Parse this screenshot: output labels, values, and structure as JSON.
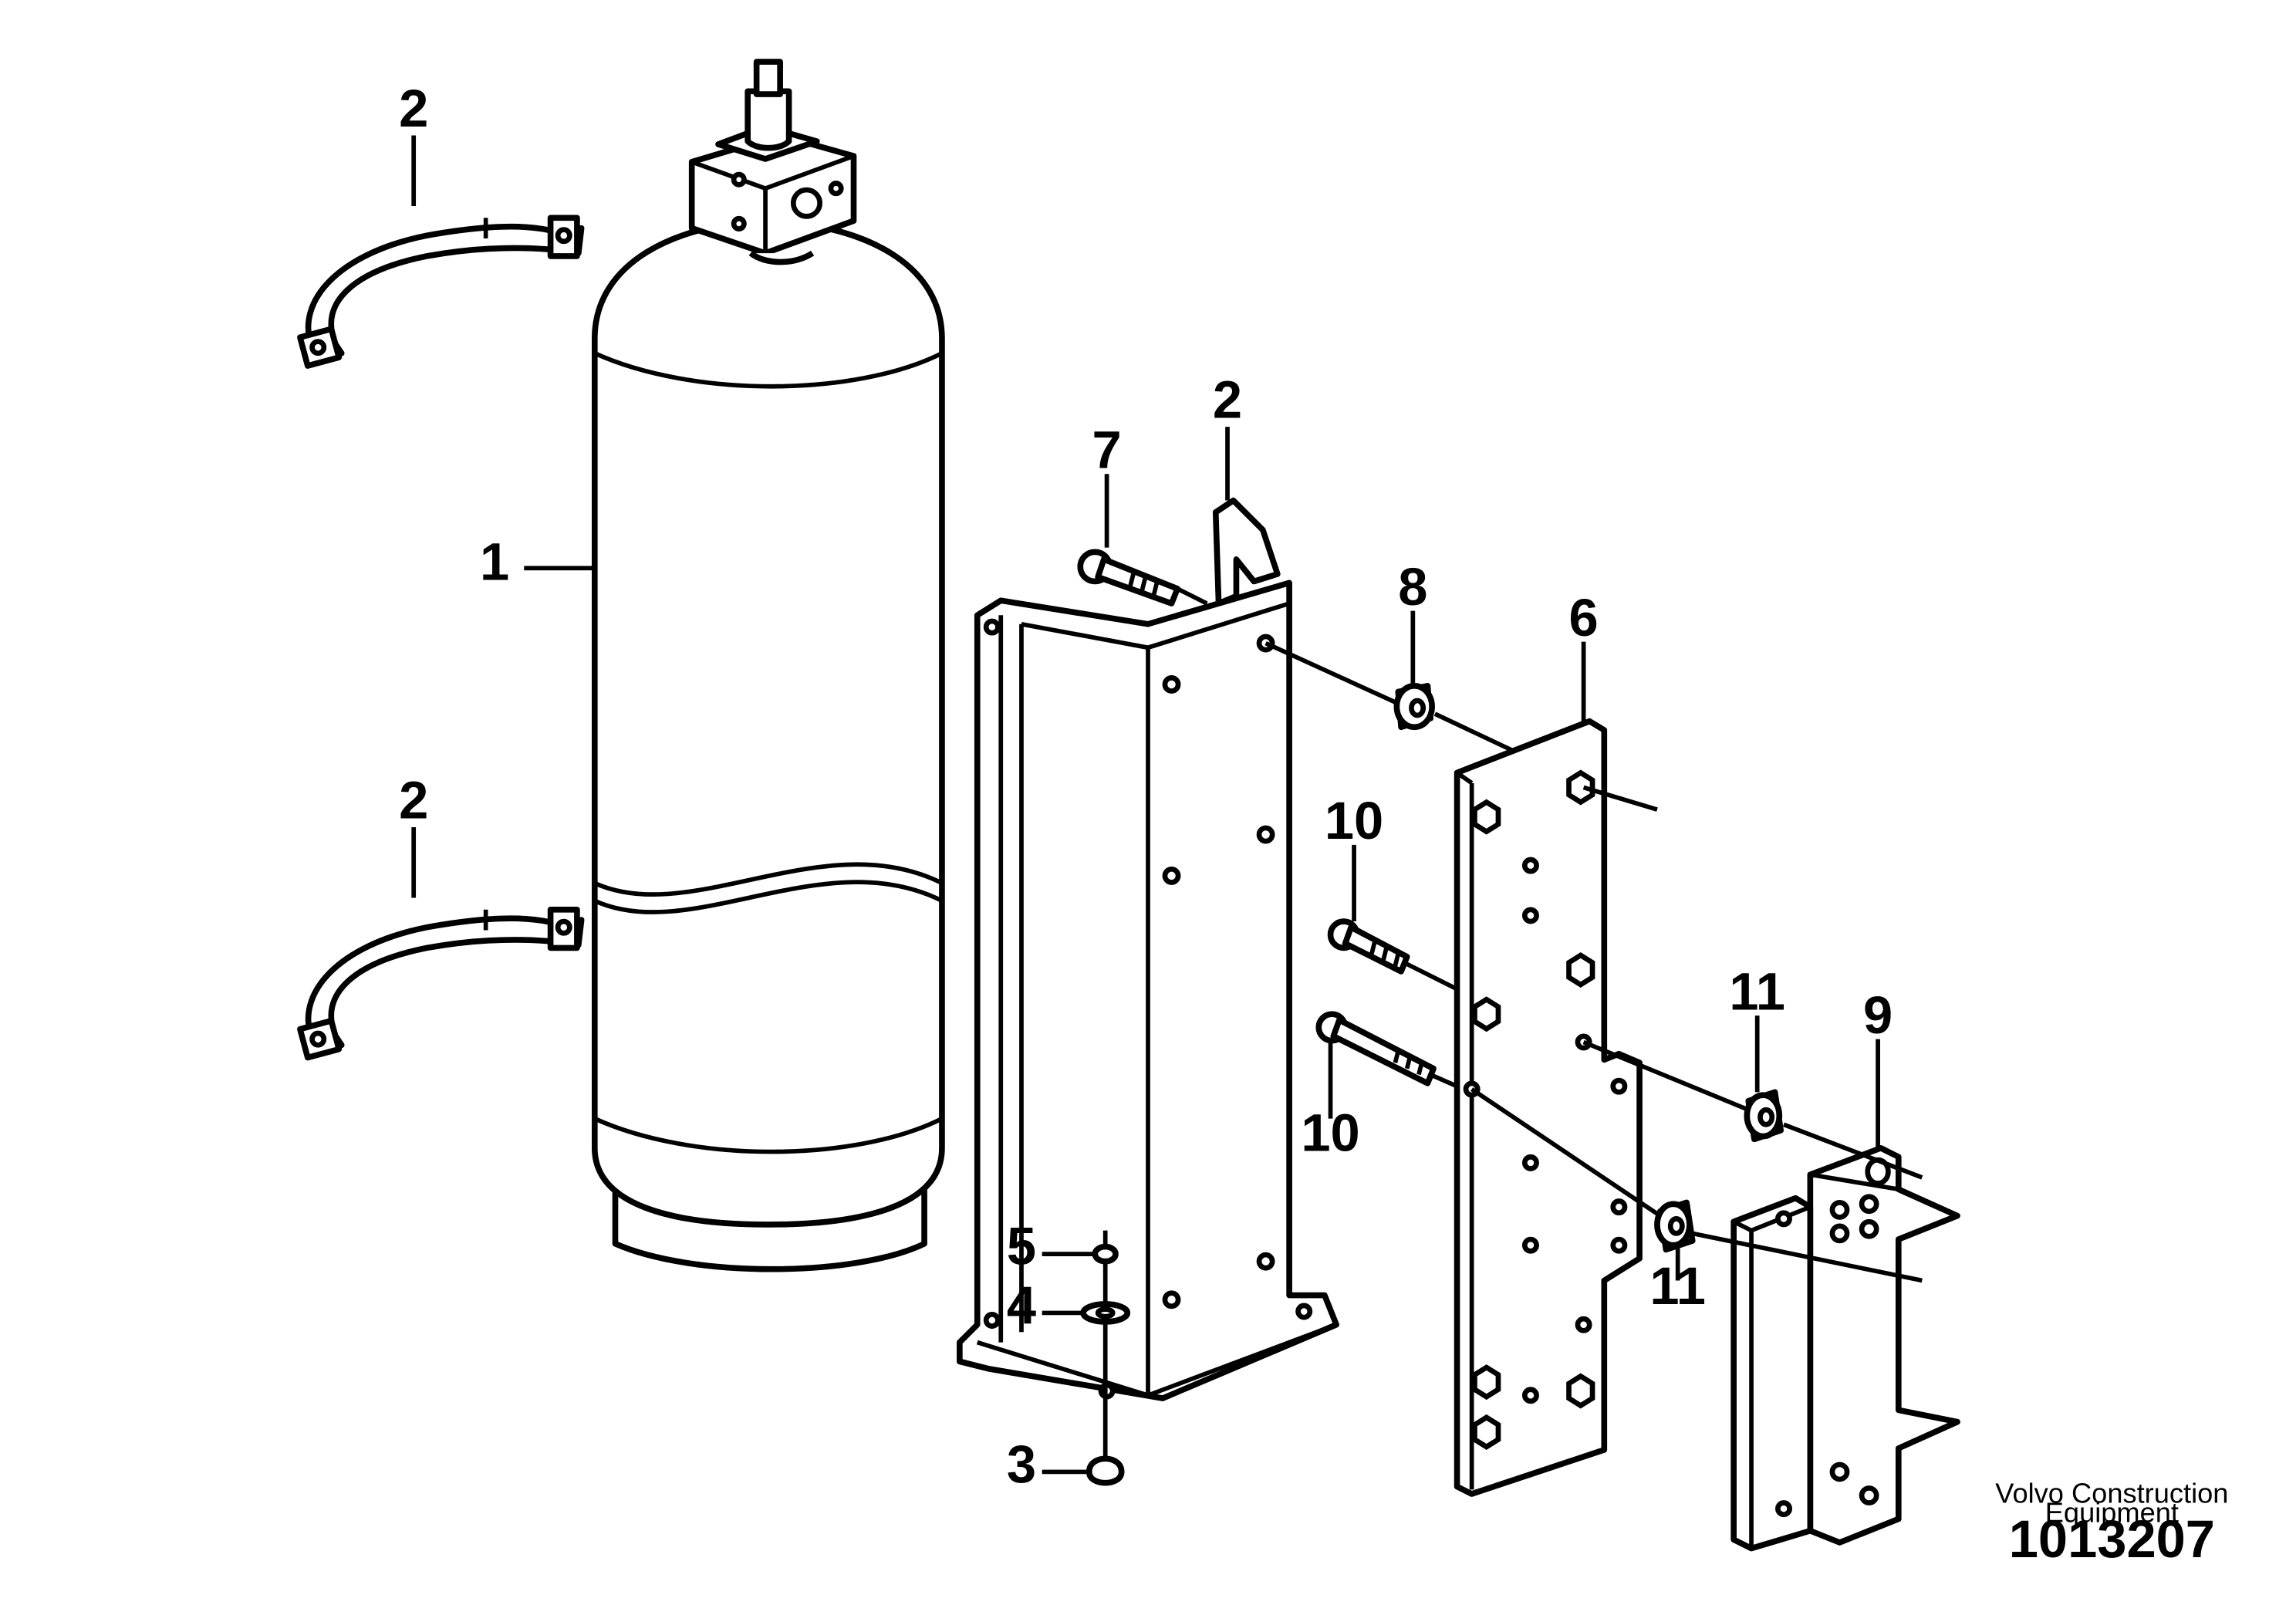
{
  "diagram": {
    "callouts": {
      "c1": "1",
      "c2a": "2",
      "c2b": "2",
      "c2c": "2",
      "c3": "3",
      "c4": "4",
      "c5": "5",
      "c6": "6",
      "c7": "7",
      "c8": "8",
      "c9": "9",
      "c10a": "10",
      "c10b": "10",
      "c11a": "11",
      "c11b": "11"
    },
    "footer": {
      "brand_line1": "Volvo Construction",
      "brand_line2": "Equipment",
      "drawing_number": "1013207"
    }
  }
}
